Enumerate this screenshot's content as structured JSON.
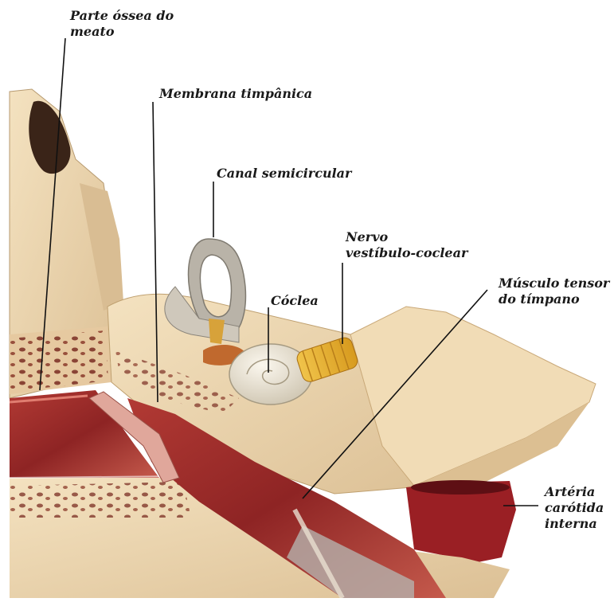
{
  "labels": {
    "bony_meatus": [
      "Parte óssea do",
      "meato"
    ],
    "tympanic_membrane": "Membrana timpânica",
    "semicircular_canal": "Canal semicircular",
    "vestibulocochlear_nerve": [
      "Nervo",
      "vestíbulo-coclear"
    ],
    "cochlea": "Cóclea",
    "tensor_tympani": [
      "Músculo tensor",
      "do tímpano"
    ],
    "internal_carotid": [
      "Artéria",
      "carótida",
      "interna"
    ]
  },
  "colors": {
    "bone": "#efd9b2",
    "bone_shadow": "#d8b98c",
    "bone_dark": "#3a2418",
    "muscle": "#9e2b2b",
    "muscle_dark": "#6e1717",
    "muscle_light": "#c8534a",
    "cochlea": "#ece6d6",
    "canal": "#b7b1a6",
    "nerve": "#e7b334",
    "leader_line": "#111111"
  }
}
